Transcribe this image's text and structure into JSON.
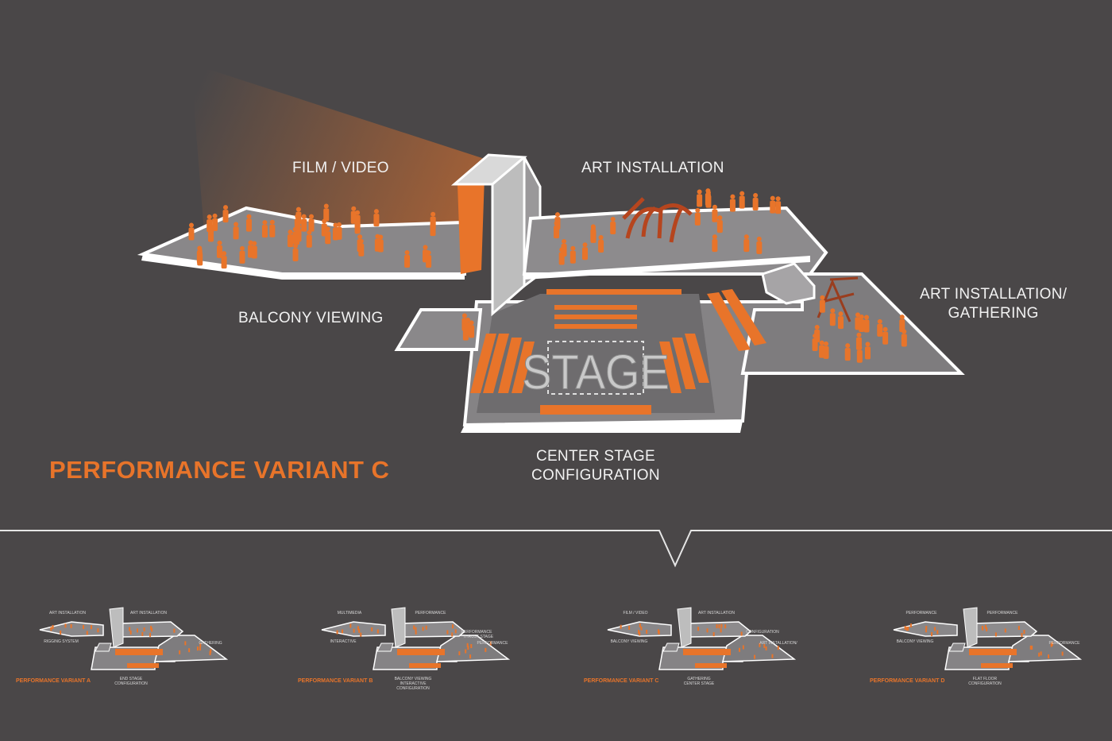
{
  "main": {
    "title": "PERFORMANCE VARIANT C",
    "stage_text": "STAGE",
    "labels": {
      "film_video": "FILM / VIDEO",
      "art_installation": "ART INSTALLATION",
      "balcony_viewing": "BALCONY VIEWING",
      "art_gathering_1": "ART INSTALLATION/",
      "art_gathering_2": "GATHERING",
      "center_stage_1": "CENTER STAGE",
      "center_stage_2": "CONFIGURATION"
    }
  },
  "colors": {
    "background": "#4a4748",
    "accent": "#e8742a",
    "floor": "#8e8c8e",
    "edge": "#ffffff"
  },
  "variants": [
    {
      "title": "PERFORMANCE VARIANT A",
      "labels": [
        "ART INSTALLATION",
        "ART INSTALLATION",
        "RIGGING SYSTEM",
        "GATHERING",
        "END STAGE",
        "CONFIGURATION"
      ]
    },
    {
      "title": "PERFORMANCE VARIANT B",
      "labels": [
        "MULTIMEDIA",
        "PERFORMANCE",
        "INTERACTIVE",
        "PERFORMANCE",
        "BALCONY VIEWING",
        "INTERACTIVE",
        "PERFORMANCE",
        "THRUST STAGE",
        "CONFIGURATION"
      ]
    },
    {
      "title": "PERFORMANCE VARIANT C",
      "labels": [
        "FILM / VIDEO",
        "ART INSTALLATION",
        "BALCONY VIEWING",
        "ART INSTALLATION/",
        "GATHERING",
        "CENTER STAGE",
        "CONFIGURATION"
      ]
    },
    {
      "title": "PERFORMANCE VARIANT D",
      "labels": [
        "PERFORMANCE",
        "PERFORMANCE",
        "BALCONY VIEWING",
        "PERFORMANCE",
        "FLAT FLOOR",
        "CONFIGURATION"
      ]
    }
  ]
}
